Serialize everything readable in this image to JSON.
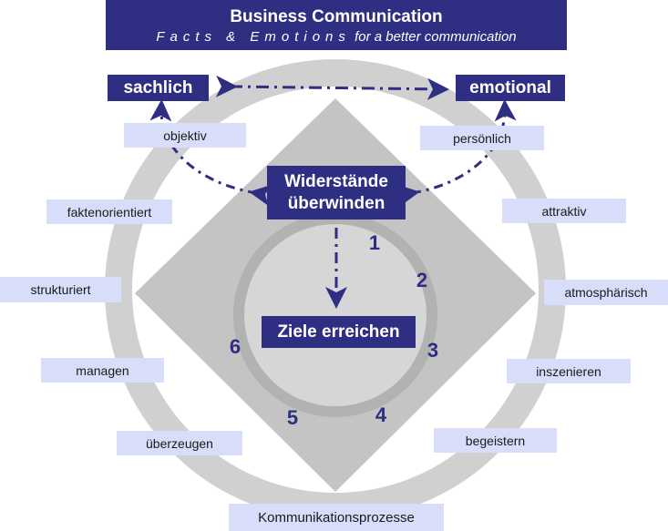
{
  "header": {
    "title": "Business Communication",
    "subtitle_spaced": "Facts & Emotions",
    "subtitle_rest": "for a better communication"
  },
  "poles": {
    "left": "sachlich",
    "right": "emotional"
  },
  "center": {
    "top": "Widerstände überwinden",
    "goal": "Ziele erreichen"
  },
  "left_attributes": [
    "objektiv",
    "faktenorientiert",
    "strukturiert",
    "managen",
    "überzeugen"
  ],
  "right_attributes": [
    "persönlich",
    "attraktiv",
    "atmosphärisch",
    "inszenieren",
    "begeistern"
  ],
  "bottom_label": "Kommunikationsprozesse",
  "steps": [
    "1",
    "2",
    "3",
    "4",
    "5",
    "6"
  ],
  "colors": {
    "navy": "#2e2e82",
    "ring_gray": "#d0d0d0",
    "diamond_gray": "#c4c4c4",
    "label_fill": "#d8defa"
  }
}
